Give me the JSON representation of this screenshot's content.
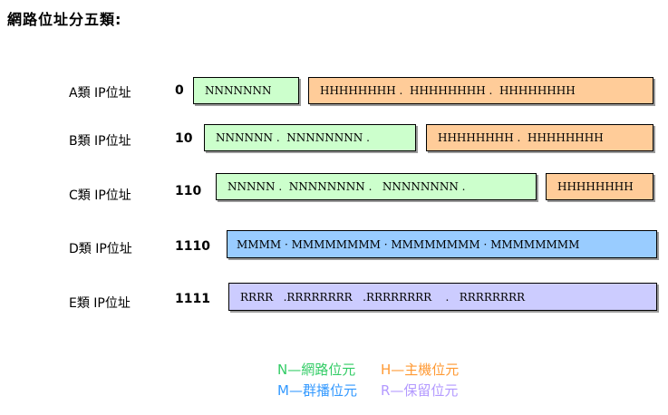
{
  "title": "網路位址分五類:",
  "rows": [
    {
      "label": "A類 IP位址",
      "prefix": "0",
      "boxes": [
        {
          "text": "NNNNNNN",
          "type": "network"
        },
        {
          "text": "HHHHHHHH .  HHHHHHHH .  HHHHHHHH",
          "type": "host"
        }
      ]
    },
    {
      "label": "B類 IP位址",
      "prefix": "10",
      "boxes": [
        {
          "text": "NNNNNN .  NNNNNNNN .",
          "type": "network"
        },
        {
          "text": "HHHHHHHH .  HHHHHHHH",
          "type": "host"
        }
      ]
    },
    {
      "label": "C類 IP位址",
      "prefix": "110",
      "boxes": [
        {
          "text": "NNNNN .  NNNNNNNN .   NNNNNNNN .",
          "type": "network"
        },
        {
          "text": "HHHHHHHH",
          "type": "host"
        }
      ]
    },
    {
      "label": "D類 IP位址",
      "prefix": "1110",
      "boxes": [
        {
          "text": "MMMM · MMMMMMMM · MMMMMMMM · MMMMMMMM",
          "type": "multicast"
        }
      ]
    },
    {
      "label": "E類 IP位址",
      "prefix": "1111",
      "boxes": [
        {
          "text": "RRRR   .RRRRRRRR   .RRRRRRRR    .   RRRRRRRR",
          "type": "reserved"
        }
      ]
    }
  ],
  "legend": [
    {
      "text": "N—網路位元",
      "type": "network"
    },
    {
      "text": "H—主機位元",
      "type": "host"
    },
    {
      "text": "M—群播位元",
      "type": "multicast"
    },
    {
      "text": "R—保留位元",
      "type": "reserved"
    }
  ],
  "colors": {
    "network_fill": "#ccffcc",
    "host_fill": "#ffcc99",
    "multicast_fill": "#99ccff",
    "reserved_fill": "#ccccff",
    "network_text": "#33cc66",
    "host_text": "#ff9933",
    "multicast_text": "#3399ff",
    "reserved_text": "#b399ff"
  }
}
